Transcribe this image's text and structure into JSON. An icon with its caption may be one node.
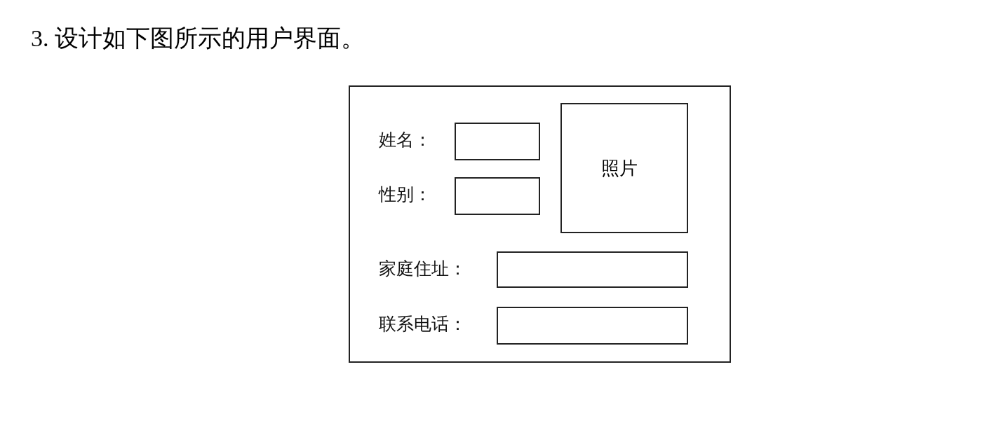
{
  "diagram": {
    "title": "3. 设计如下图所示的用户界面。",
    "nodes": [
      {
        "text": [],
        "shape": "box"
      },
      {
        "text": [],
        "shape": "box",
        "in": 0
      },
      {
        "text": [
          "照片"
        ],
        "in": 0
      },
      {
        "text": [],
        "shape": "box",
        "in": 0
      },
      {
        "text": [],
        "shape": "box",
        "in": 0
      },
      {
        "text": [],
        "shape": "box",
        "in": 0
      }
    ],
    "labels": [
      "姓名：",
      "性别：",
      "家庭住址：",
      "联系电话："
    ]
  }
}
